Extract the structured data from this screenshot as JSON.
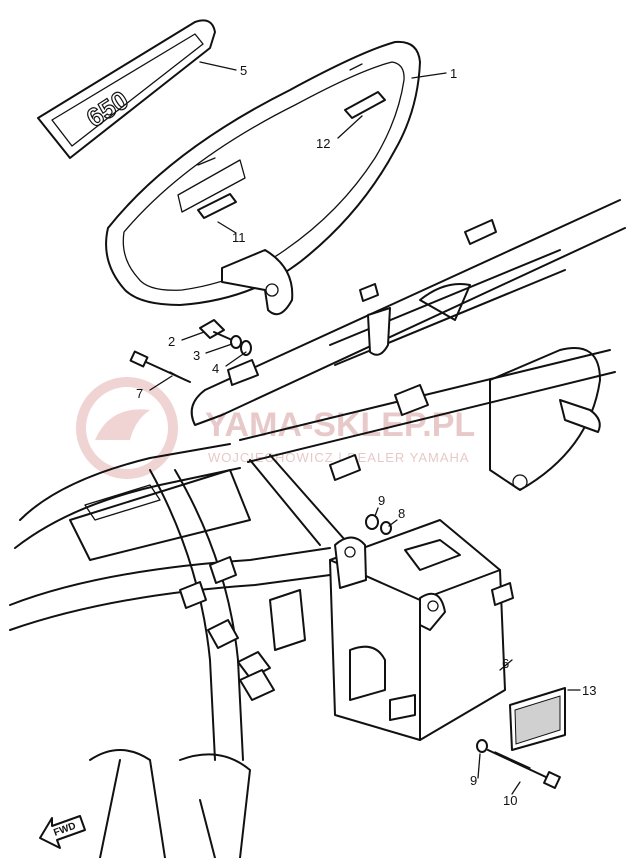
{
  "watermark": {
    "title": "YAMA-SKLEP.PL",
    "subtitle": "WOJCIECHOWICZ | DEALER YAMAHA",
    "color": "#e8c9c9"
  },
  "emblem": {
    "text": "650"
  },
  "fwd_label": "FWD",
  "callouts": [
    "5",
    "1",
    "12",
    "11",
    "2",
    "3",
    "4",
    "7",
    "9",
    "8",
    "6",
    "13",
    "9",
    "10"
  ]
}
